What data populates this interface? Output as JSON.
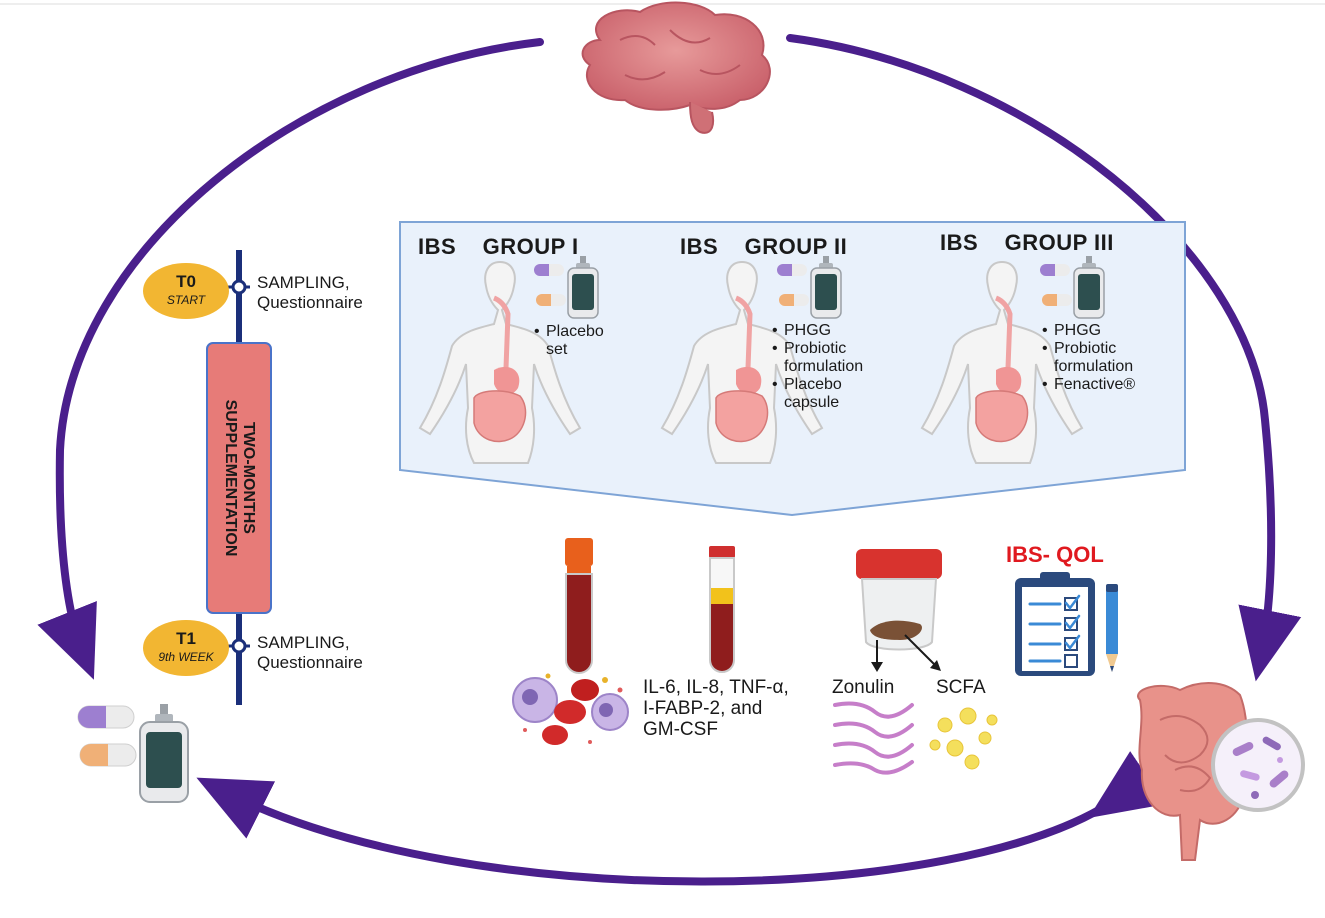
{
  "diagram": {
    "timeline": {
      "t0": {
        "label": "T0",
        "sublabel": "START",
        "action_line1": "SAMPLING,",
        "action_line2": "Questionnaire"
      },
      "t1": {
        "label": "T1",
        "sublabel": "9th WEEK",
        "action_line1": "SAMPLING,",
        "action_line2": "Questionnaire"
      },
      "supplementation_line1": "TWO-MONTHS",
      "supplementation_line2": "SUPPLEMENTATION"
    },
    "groups": [
      {
        "prefix": "IBS",
        "name": "GROUP I",
        "items": [
          "Placebo",
          "set"
        ]
      },
      {
        "prefix": "IBS",
        "name": "GROUP II",
        "items": [
          "PHGG",
          "Probiotic",
          "formulation",
          "Placebo",
          "capsule"
        ]
      },
      {
        "prefix": "IBS",
        "name": "GROUP III",
        "items": [
          "PHGG",
          "Probiotic",
          "formulation",
          "Fenactive®"
        ]
      }
    ],
    "outcomes": {
      "blood_markers_line1": "IL-6, IL-8, TNF-α,",
      "blood_markers_line2": "I-FABP-2, and",
      "blood_markers_line3": "GM-CSF",
      "stool_marker_1": "Zonulin",
      "stool_marker_2": "SCFA",
      "questionnaire": "IBS- QOL"
    },
    "colors": {
      "cycle_arrow": "#4a1f8c",
      "timeline": "#1b2f7a",
      "badge": "#f2b632",
      "supplementation_bar": "#e77b78",
      "panel_fill": "#e9f1fb",
      "panel_stroke": "#7ea4d6",
      "brain": "#d9787a",
      "gut": "#e8928a",
      "blood": "#8f1d1d",
      "qol_title": "#e0191f"
    },
    "icons": [
      "brain-icon",
      "gut-icon",
      "microbe-icon",
      "capsule-icon",
      "supplement-bottle-icon",
      "blood-tube-icon",
      "stool-container-icon",
      "checklist-icon",
      "pen-icon",
      "human-body-icon",
      "blood-cells-icon",
      "tight-junction-icon",
      "scfa-droplets-icon"
    ]
  }
}
